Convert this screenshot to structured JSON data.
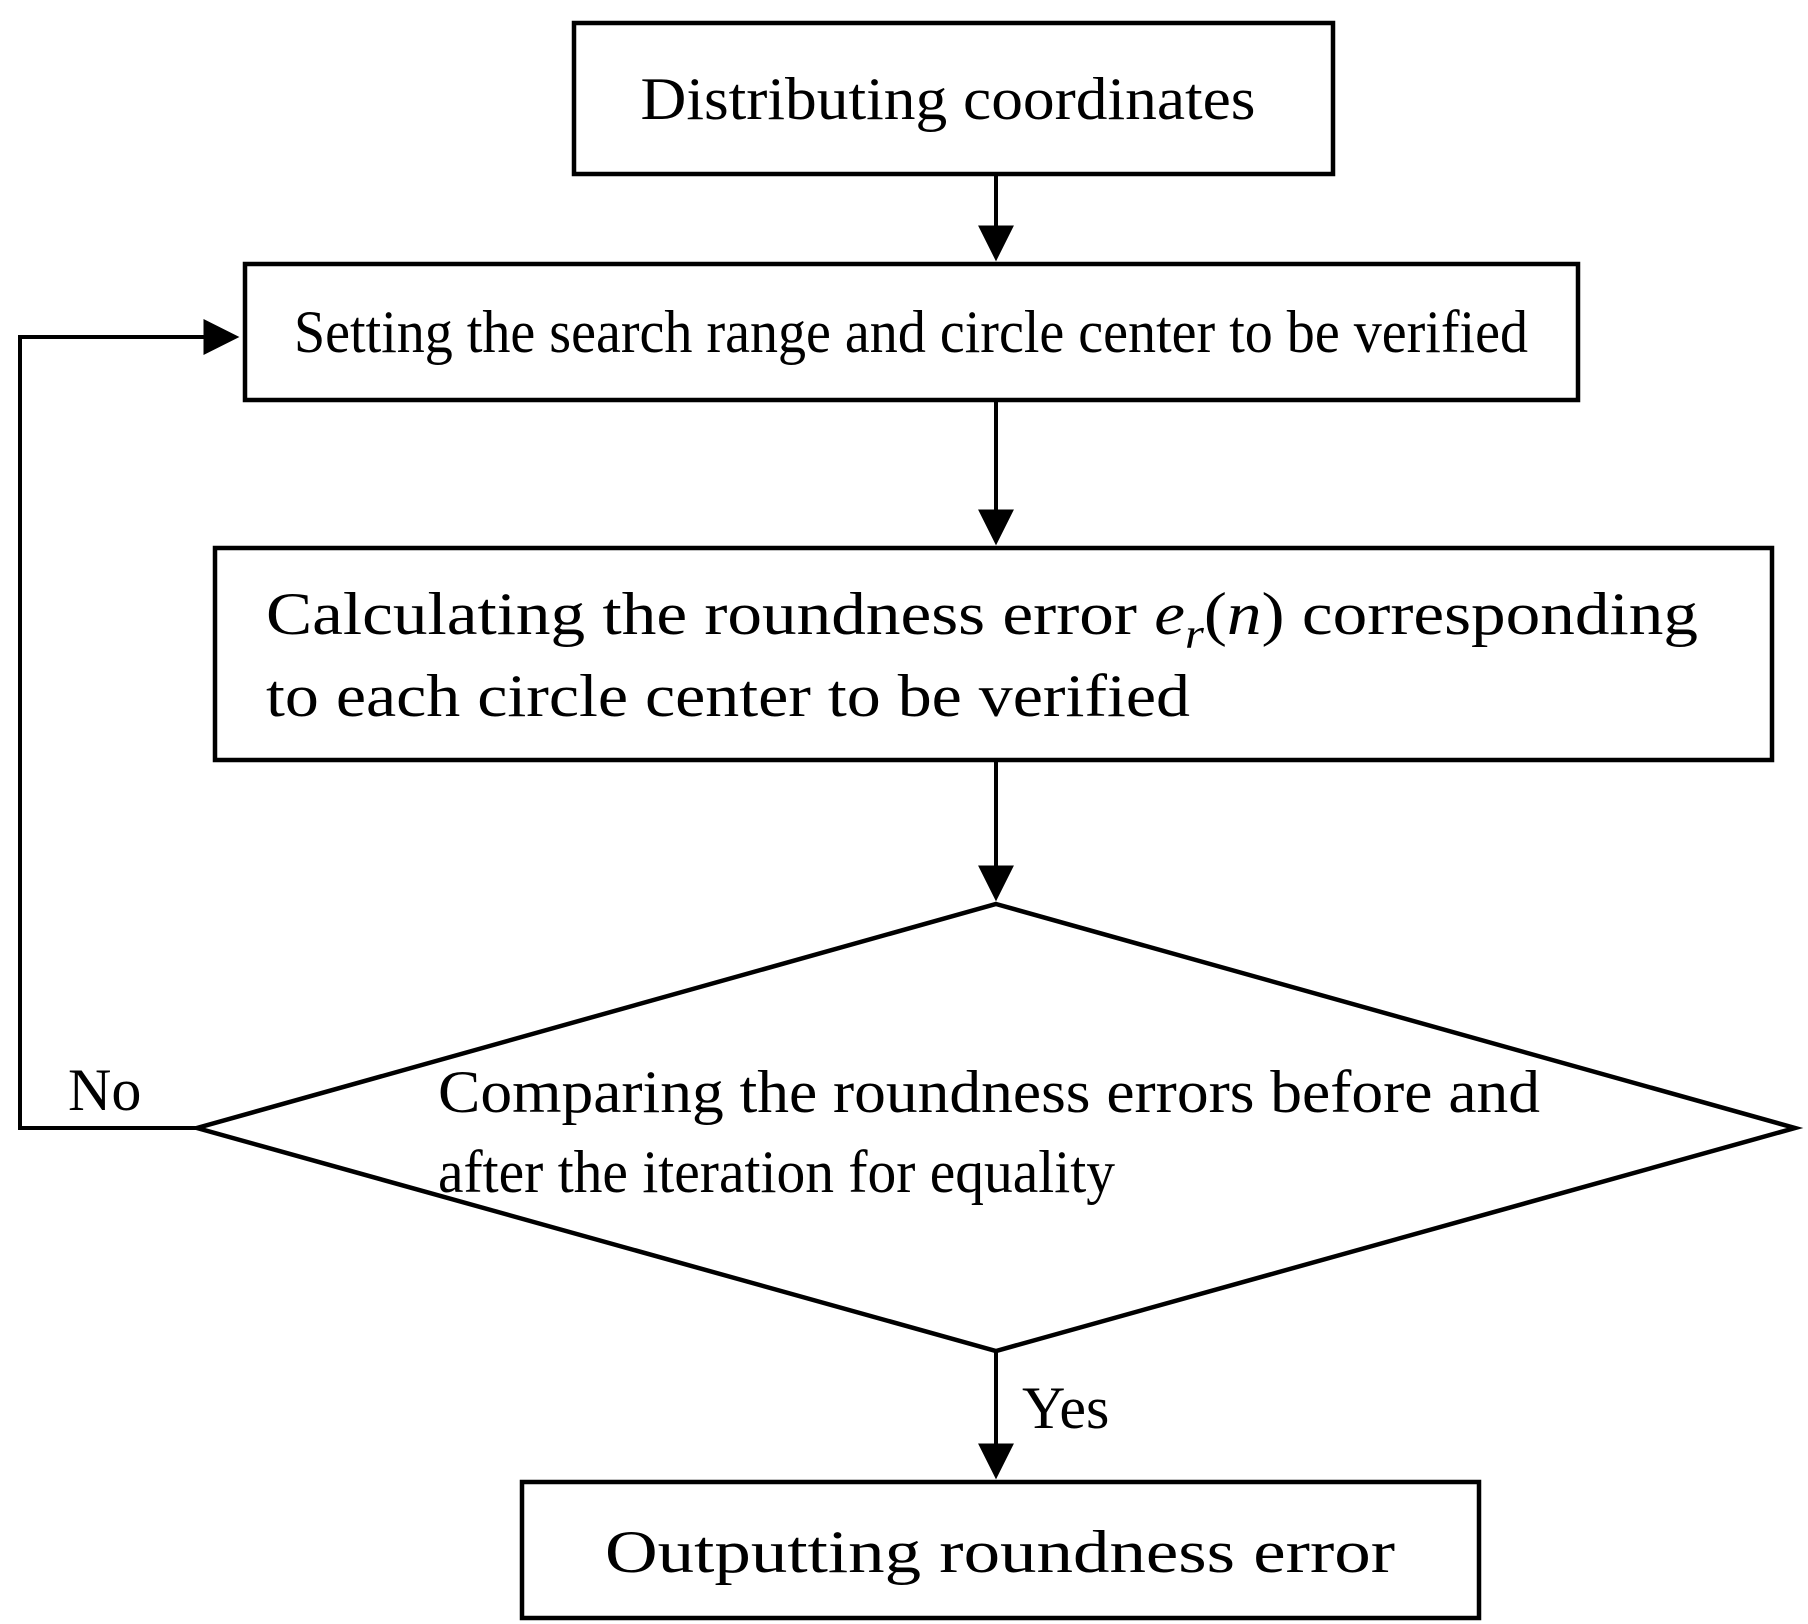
{
  "page": {
    "background": "#ffffff"
  },
  "flowchart": {
    "colors": {
      "line": "#000000",
      "shape_fill": "#ffffff",
      "text": "#000000"
    },
    "nodes": {
      "start": {
        "label": "Distributing coordinates"
      },
      "set_range": {
        "label": "Setting the search range and circle center to be verified"
      },
      "calc_error": {
        "line1_prefix": "Calculating the roundness error ",
        "formula": {
          "base": "e",
          "sub": "r",
          "open": "(",
          "arg": "n",
          "close": ")"
        },
        "line1_suffix": " corresponding",
        "line2": "to each circle center to be verified"
      },
      "decision": {
        "line1": "Comparing the roundness errors before and",
        "line2": "after the iteration for equality"
      },
      "output": {
        "label": "Outputting roundness error"
      }
    },
    "edges": {
      "yes": "Yes",
      "no": "No"
    }
  }
}
